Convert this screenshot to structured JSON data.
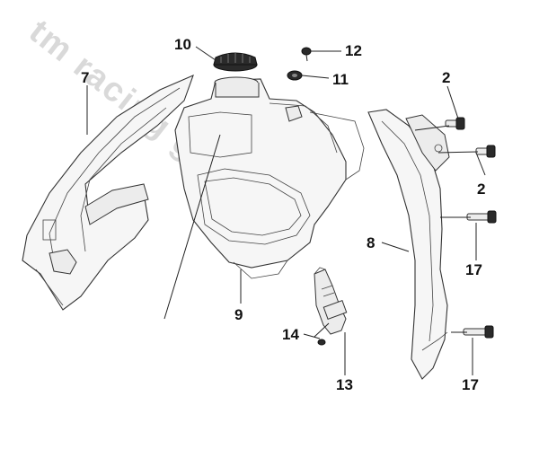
{
  "watermark": "tm racing germany",
  "labels": {
    "l10": "10",
    "l12": "12",
    "l11": "11",
    "l7": "7",
    "l2a": "2",
    "l2b": "2",
    "l8": "8",
    "l17a": "17",
    "l17b": "17",
    "l9": "9",
    "l14": "14",
    "l13": "13"
  }
}
